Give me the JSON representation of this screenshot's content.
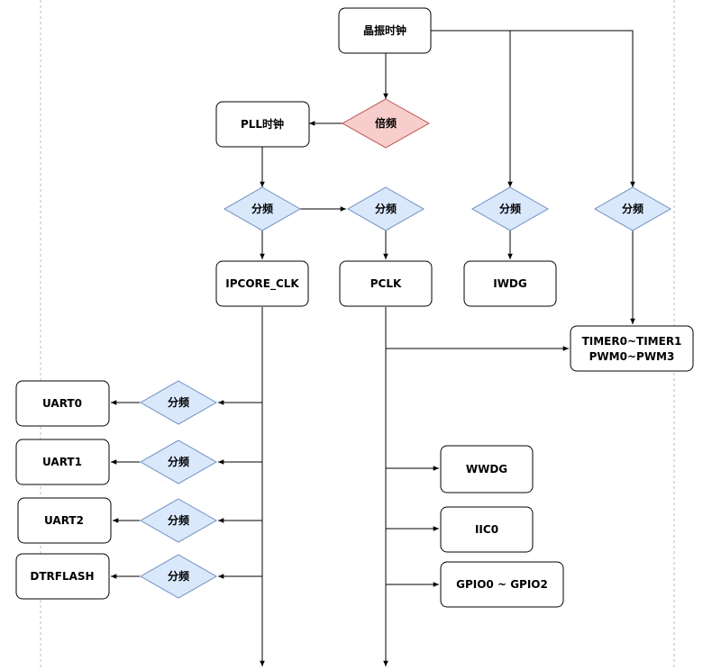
{
  "colors": {
    "box_fill": "#ffffff",
    "box_stroke": "#000000",
    "divider_fill": "#dae8fc",
    "divider_stroke": "#6c8ebf",
    "multiplier_fill": "#f8cecc",
    "multiplier_stroke": "#b85450",
    "edge": "#000000"
  },
  "labels": {
    "crystal_clock": "晶振时钟",
    "pll_clock": "PLL时钟",
    "multiplier": "倍频",
    "divider": "分频",
    "ipcore_clk": "IPCORE_CLK",
    "pclk": "PCLK",
    "iwdg": "IWDG",
    "timer_line1": "TIMER0~TIMER1",
    "timer_line2": "PWM0~PWM3",
    "uart0": "UART0",
    "uart1": "UART1",
    "uart2": "UART2",
    "dtrflash": "DTRFLASH",
    "wwdg": "WWDG",
    "iic0": "IIC0",
    "gpio": "GPIO0 ~ GPIO2"
  }
}
